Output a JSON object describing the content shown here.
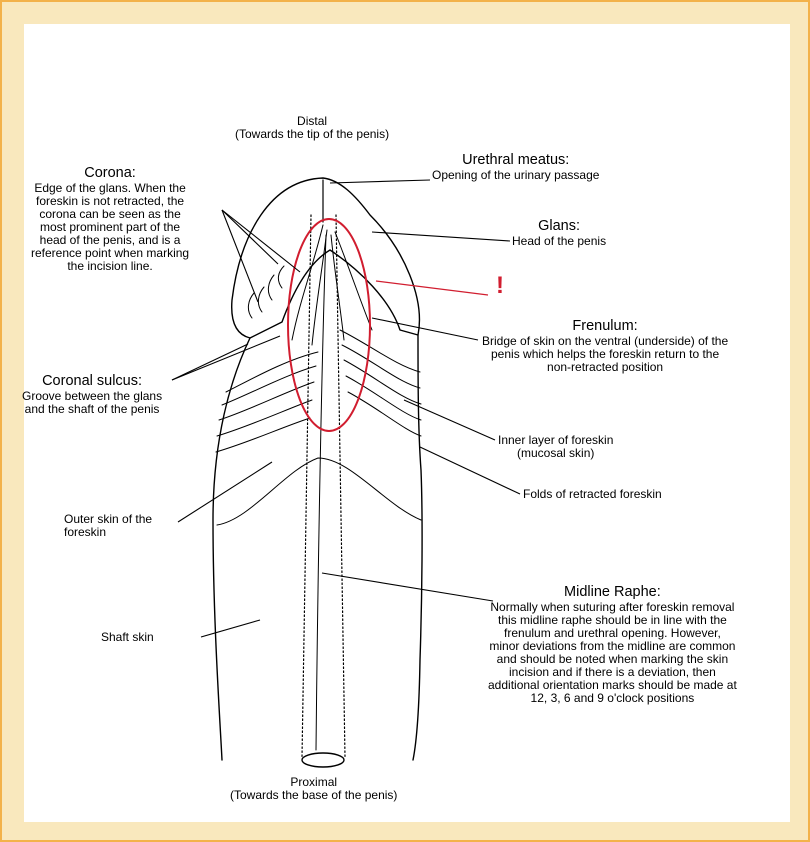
{
  "distal": {
    "title": "Distal",
    "sub": "(Towards the tip of the penis)"
  },
  "proximal": {
    "title": "Proximal",
    "sub": "(Towards the base of the penis)"
  },
  "corona": {
    "title": "Corona:",
    "lines": [
      "Edge of the glans. When the",
      "foreskin is not retracted, the",
      "corona can be seen as the",
      "most prominent part of the",
      "head of the penis, and is a",
      "reference point when marking",
      "the incision line."
    ]
  },
  "meatus": {
    "title": "Urethral meatus:",
    "desc": "Opening of the urinary passage"
  },
  "glans": {
    "title": "Glans:",
    "desc": "Head of the penis"
  },
  "frenulum": {
    "title": "Frenulum:",
    "lines": [
      "Bridge of skin on the ventral (underside) of the",
      "penis which helps the foreskin return to the",
      "non-retracted position"
    ]
  },
  "sulcus": {
    "title": "Coronal sulcus:",
    "lines": [
      "Groove between the glans",
      "and the shaft of the penis"
    ]
  },
  "inner_layer": {
    "lines": [
      "Inner layer of foreskin",
      "(mucosal skin)"
    ]
  },
  "folds": {
    "text": "Folds of retracted foreskin"
  },
  "outer_skin": {
    "lines": [
      "Outer skin of the",
      "foreskin"
    ]
  },
  "shaft": {
    "text": "Shaft skin"
  },
  "raphe": {
    "title": "Midline Raphe:",
    "lines": [
      "Normally when suturing after foreskin removal",
      "this midline raphe should be in line with the",
      "frenulum and urethral opening. However,",
      "minor deviations from the midline are common",
      "and should be noted when marking the skin",
      "incision and if there is a deviation, then",
      "additional orientation marks should be made at",
      "12, 3, 6 and 9 o'clock positions"
    ]
  },
  "highlight": {
    "mark": "!",
    "color": "#d11d2f"
  }
}
